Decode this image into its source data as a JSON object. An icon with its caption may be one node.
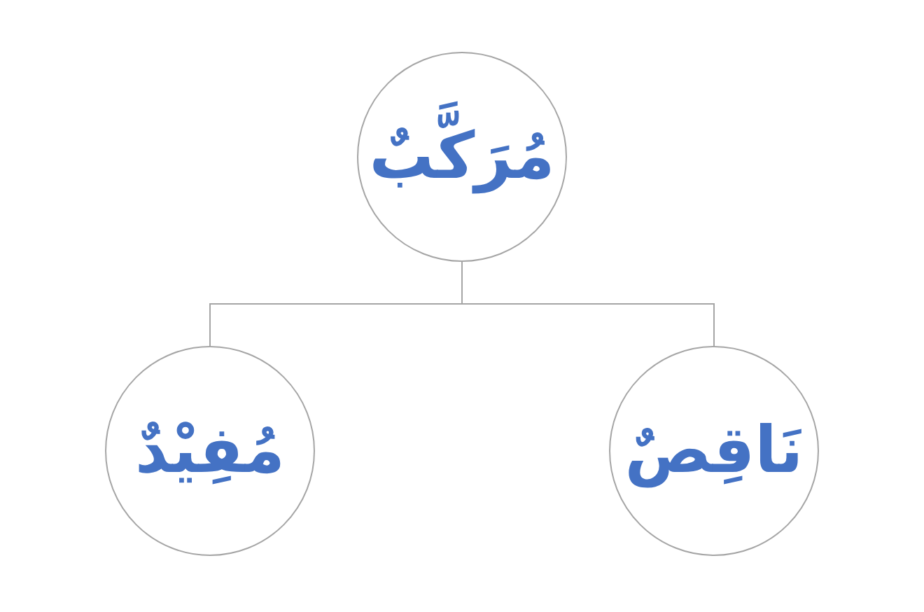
{
  "diagram": {
    "nodes": [
      {
        "text": [
          "مُرَكَّبٌ"
        ]
      },
      {
        "text": [
          "مُفِيْدٌ"
        ]
      },
      {
        "text": [
          "نَاقِصٌ"
        ]
      }
    ],
    "edges": [
      {
        "from": 0,
        "to": 1,
        "arrow": "none"
      },
      {
        "from": 0,
        "to": 2,
        "arrow": "none"
      }
    ]
  }
}
